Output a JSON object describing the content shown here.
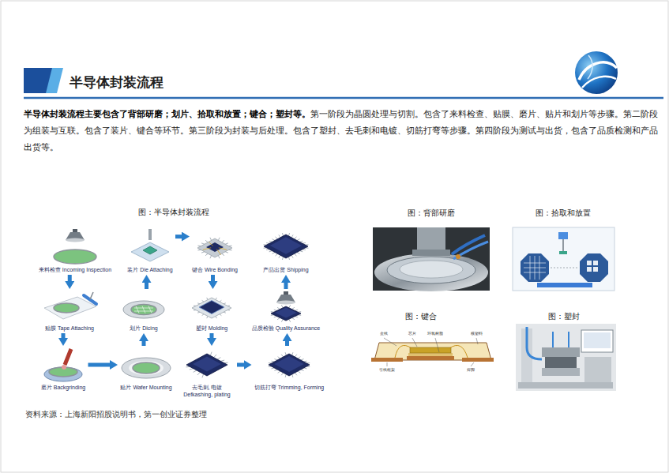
{
  "diagram": {
    "title": "半导体封装流程",
    "caption": "资料来源：上海新阳招股说明书，第一创业证券整理",
    "nodes": [
      {
        "text": [
          "来料检查 Incoming Inspection"
        ]
      },
      {
        "text": [
          "贴膜 Tape Attaching"
        ]
      },
      {
        "text": [
          "磨片 Backgrinding"
        ]
      },
      {
        "text": [
          "贴片 Wafer Mounting"
        ]
      },
      {
        "text": [
          "划片 Dicing"
        ]
      },
      {
        "text": [
          "装片 Die Attaching"
        ]
      },
      {
        "text": [
          "键合 Wire Bonding"
        ]
      },
      {
        "text": [
          "塑封 Molding"
        ]
      },
      {
        "text": [
          "去毛刺, 电镀 Defkashing, plating"
        ]
      },
      {
        "text": [
          "切筋打弯 Trimming, Forming"
        ]
      },
      {
        "text": [
          "品质检验 Quality Assurance"
        ]
      },
      {
        "text": [
          "产品出货 Shipping"
        ]
      }
    ],
    "edges": [
      {
        "from": 0,
        "to": 1,
        "arrow": "to"
      },
      {
        "from": 1,
        "to": 2,
        "arrow": "to"
      },
      {
        "from": 2,
        "to": 3,
        "arrow": "to"
      },
      {
        "from": 3,
        "to": 4,
        "arrow": "to"
      },
      {
        "from": 4,
        "to": 5,
        "arrow": "to"
      },
      {
        "from": 5,
        "to": 6,
        "arrow": "to"
      },
      {
        "from": 6,
        "to": 7,
        "arrow": "to"
      },
      {
        "from": 7,
        "to": 8,
        "arrow": "to"
      },
      {
        "from": 8,
        "to": 9,
        "arrow": "to"
      },
      {
        "from": 9,
        "to": 10,
        "arrow": "to"
      },
      {
        "from": 10,
        "to": 11,
        "arrow": "to"
      }
    ],
    "labels": [
      "半导体封装流程主要包含了背部研磨；划片、拾取和放置；键合；塑封等。",
      "第一阶段为晶圆处理与切割。包含了来料检查、贴膜、磨片、贴片和划片等步骤。第二阶段为组装与互联。包含了装片、键合等环节。第三阶段为封装与后处理。包含了塑封、去毛刺和电镀、切筋打弯等步骤。第四阶段为测试与出货，包含了品质检测和产品出货等。",
      "图：半导体封装流程",
      "图：背部研磨",
      "图：拾取和放置",
      "图：键合",
      "图：塑封",
      "金线",
      "芯片",
      "环氧树脂",
      "模塑料",
      "引线框架",
      "焊脚"
    ]
  }
}
